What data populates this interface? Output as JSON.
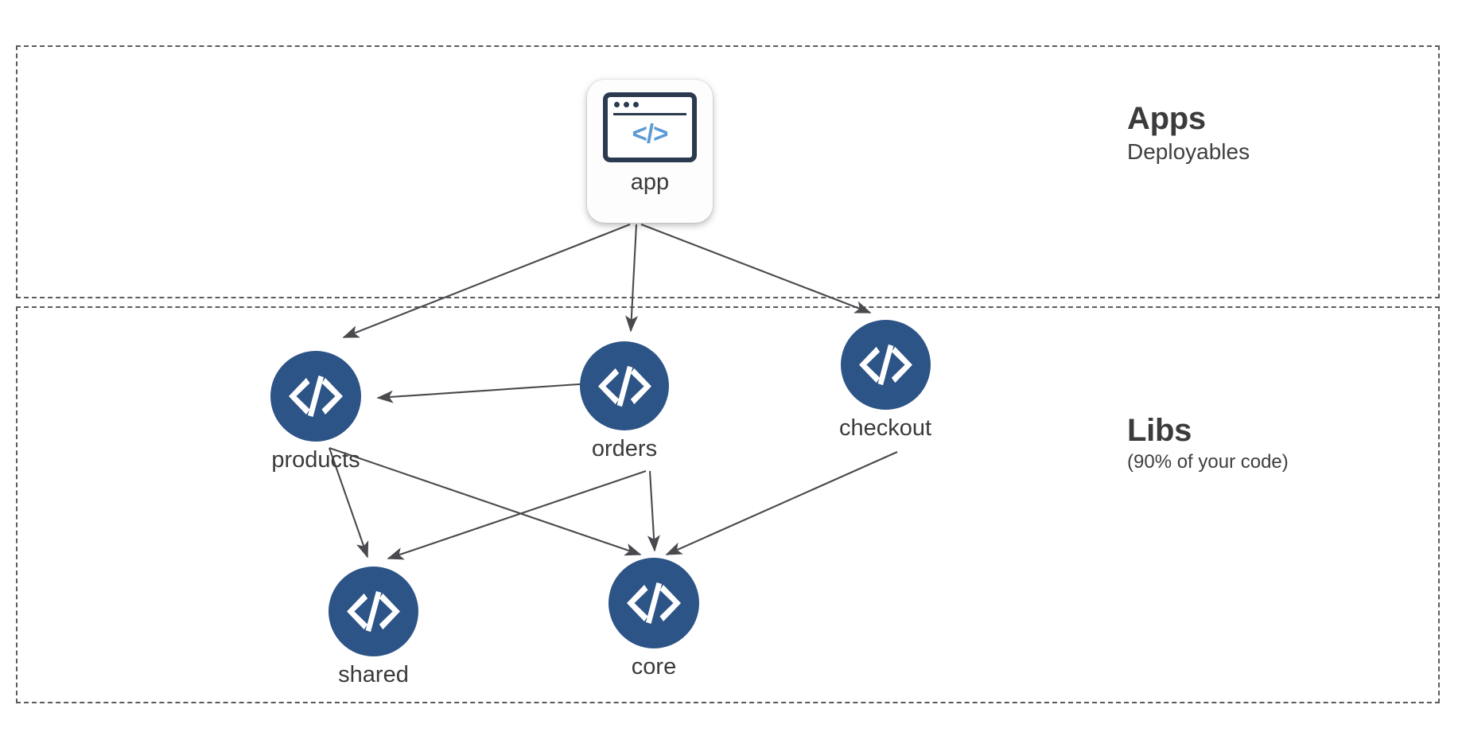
{
  "diagram": {
    "title": "Nx workspace app and library dependency graph",
    "background": "#ffffff",
    "accent_circle_color": "#2d5486",
    "icon_border_color": "#2b3a4f",
    "icon_code_color": "#5b9bd5",
    "text_color": "#3a3a3c",
    "boundary_color": "#5a5a60"
  },
  "zones": [
    {
      "id": "apps",
      "title": "Apps",
      "subtitle": "Deployables",
      "subtitle_size": "large"
    },
    {
      "id": "libs",
      "title": "Libs",
      "subtitle": "(90% of your code)",
      "subtitle_size": "small"
    }
  ],
  "nodes": [
    {
      "id": "app",
      "label": "app",
      "type": "app-card",
      "icon": "browser-code-icon",
      "code_glyph": "</>"
    },
    {
      "id": "products",
      "label": "products",
      "type": "lib-circle",
      "icon": "code-icon"
    },
    {
      "id": "orders",
      "label": "orders",
      "type": "lib-circle",
      "icon": "code-icon"
    },
    {
      "id": "checkout",
      "label": "checkout",
      "type": "lib-circle",
      "icon": "code-icon"
    },
    {
      "id": "shared",
      "label": "shared",
      "type": "lib-circle",
      "icon": "code-icon"
    },
    {
      "id": "core",
      "label": "core",
      "type": "lib-circle",
      "icon": "code-icon"
    }
  ],
  "edges": [
    {
      "from": "app",
      "to": "products"
    },
    {
      "from": "app",
      "to": "orders"
    },
    {
      "from": "app",
      "to": "checkout"
    },
    {
      "from": "orders",
      "to": "products"
    },
    {
      "from": "products",
      "to": "shared"
    },
    {
      "from": "products",
      "to": "core"
    },
    {
      "from": "orders",
      "to": "shared"
    },
    {
      "from": "orders",
      "to": "core"
    },
    {
      "from": "checkout",
      "to": "core"
    }
  ]
}
